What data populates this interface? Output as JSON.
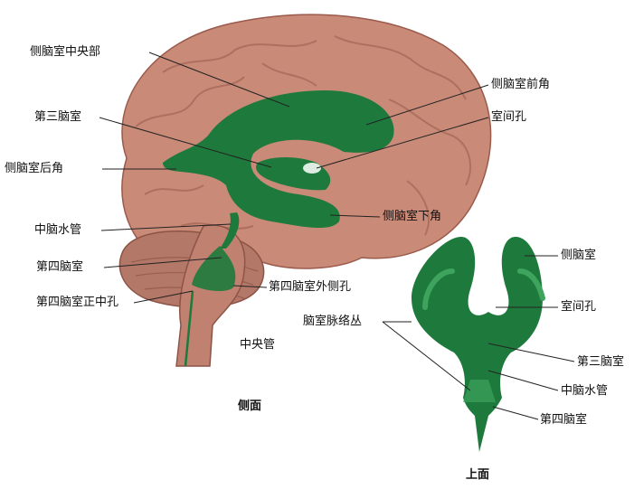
{
  "colors": {
    "brain": "#c98a78",
    "brain_dark": "#9a5a4c",
    "cerebellum": "#b37868",
    "ventricle": "#1e7a3c",
    "ventricle_light": "#3da35d",
    "leader": "#222222"
  },
  "side_view": {
    "caption": "侧面",
    "labels": {
      "central_part": "侧脑室中央部",
      "third_ventricle": "第三脑室",
      "posterior_horn": "侧脑室后角",
      "aqueduct": "中脑水管",
      "fourth_ventricle": "第四脑室",
      "median_aperture": "第四脑室正中孔",
      "anterior_horn": "侧脑室前角",
      "foramen": "室间孔",
      "inferior_horn": "侧脑室下角",
      "lateral_aperture": "第四脑室外侧孔",
      "central_canal": "中央管"
    }
  },
  "top_view": {
    "caption": "上面",
    "labels": {
      "lateral_ventricle": "侧脑室",
      "foramen": "室间孔",
      "choroid_plexus": "脑室脉络丛",
      "third_ventricle": "第三脑室",
      "aqueduct": "中脑水管",
      "fourth_ventricle": "第四脑室"
    }
  }
}
